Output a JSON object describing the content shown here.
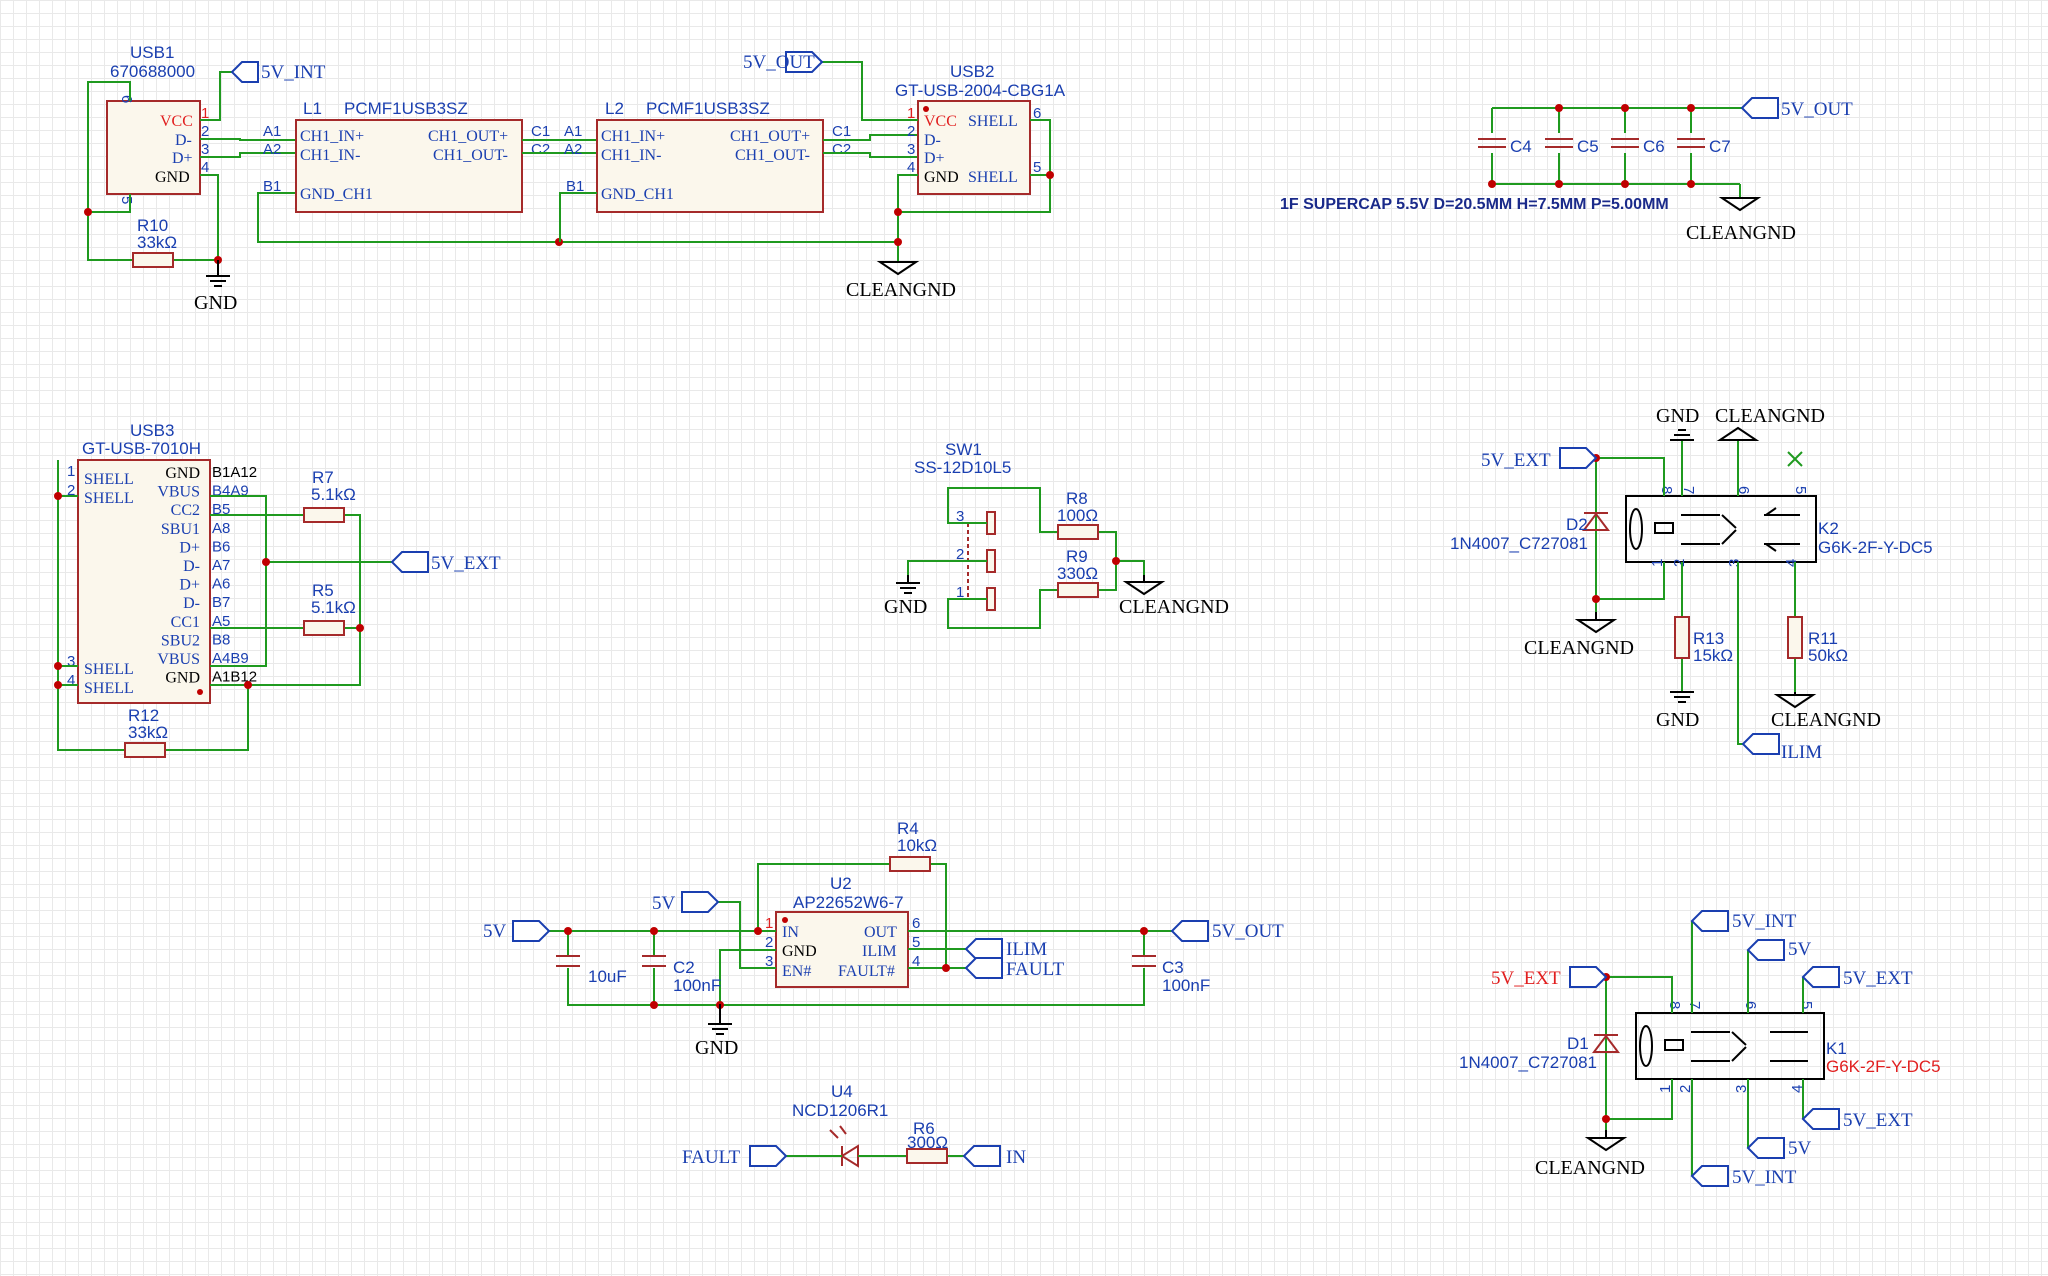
{
  "usb1": {
    "ref": "USB1",
    "value": "670688000",
    "pins": [
      "VCC",
      "D-",
      "D+",
      "GND"
    ],
    "nums": [
      "6",
      "1",
      "2",
      "3",
      "4",
      "5"
    ]
  },
  "l1": {
    "ref": "L1",
    "value": "PCMF1USB3SZ",
    "left": [
      "CH1_IN+",
      "CH1_IN-",
      "GND_CH1"
    ],
    "right": [
      "CH1_OUT+",
      "CH1_OUT-"
    ],
    "pins": [
      "A1",
      "A2",
      "B1",
      "C1",
      "C2"
    ]
  },
  "l2": {
    "ref": "L2",
    "value": "PCMF1USB3SZ",
    "left": [
      "CH1_IN+",
      "CH1_IN-",
      "GND_CH1"
    ],
    "right": [
      "CH1_OUT+",
      "CH1_OUT-"
    ],
    "pins": [
      "A1",
      "A2",
      "B1",
      "C1",
      "C2"
    ]
  },
  "usb2": {
    "ref": "USB2",
    "value": "GT-USB-2004-CBG1A",
    "pins": [
      "VCC",
      "D-",
      "D+",
      "GND",
      "SHELL",
      "SHELL"
    ],
    "nums": [
      "1",
      "2",
      "3",
      "4",
      "6",
      "5"
    ]
  },
  "r10": {
    "ref": "R10",
    "value": "33kΩ"
  },
  "caps": {
    "c4": "C4",
    "c5": "C5",
    "c6": "C6",
    "c7": "C7",
    "note": "1F SUPERCAP 5.5V D=20.5MM H=7.5MM P=5.00MM"
  },
  "usb3": {
    "ref": "USB3",
    "value": "GT-USB-7010H",
    "left": [
      "SHELL",
      "SHELL",
      "SHELL",
      "SHELL"
    ],
    "leftnums": [
      "1",
      "2",
      "3",
      "4"
    ],
    "right": [
      "GND",
      "VBUS",
      "CC2",
      "SBU1",
      "D+",
      "D-",
      "D+",
      "D-",
      "CC1",
      "SBU2",
      "VBUS",
      "GND"
    ],
    "rightnums": [
      "B1A12",
      "B4A9",
      "B5",
      "A8",
      "B6",
      "A7",
      "A6",
      "B7",
      "A5",
      "B8",
      "A4B9",
      "A1B12"
    ]
  },
  "r7": {
    "ref": "R7",
    "value": "5.1kΩ"
  },
  "r5": {
    "ref": "R5",
    "value": "5.1kΩ"
  },
  "r12": {
    "ref": "R12",
    "value": "33kΩ"
  },
  "sw1": {
    "ref": "SW1",
    "value": "SS-12D10L5",
    "nums": [
      "3",
      "2",
      "1"
    ]
  },
  "r8": {
    "ref": "R8",
    "value": "100Ω"
  },
  "r9": {
    "ref": "R9",
    "value": "330Ω"
  },
  "k2": {
    "ref": "K2",
    "value": "G6K-2F-Y-DC5",
    "nums": [
      "8",
      "7",
      "6",
      "5",
      "1",
      "2",
      "3",
      "4"
    ]
  },
  "d2": {
    "ref": "D2",
    "value": "1N4007_C727081"
  },
  "r13": {
    "ref": "R13",
    "value": "15kΩ"
  },
  "r11": {
    "ref": "R11",
    "value": "50kΩ"
  },
  "r4": {
    "ref": "R4",
    "value": "10kΩ"
  },
  "u2": {
    "ref": "U2",
    "value": "AP22652W6-7",
    "left": [
      "IN",
      "GND",
      "EN#"
    ],
    "right": [
      "OUT",
      "ILIM",
      "FAULT#"
    ],
    "nums": [
      "1",
      "2",
      "3",
      "6",
      "5",
      "4"
    ]
  },
  "c1": {
    "label": "10uF"
  },
  "c2": {
    "ref": "C2",
    "value": "100nF"
  },
  "c3": {
    "ref": "C3",
    "value": "100nF"
  },
  "u4": {
    "ref": "U4",
    "value": "NCD1206R1"
  },
  "r6": {
    "ref": "R6",
    "value": "300Ω"
  },
  "k1": {
    "ref": "K1",
    "value": "G6K-2F-Y-DC5",
    "nums": [
      "8",
      "7",
      "6",
      "5",
      "1",
      "2",
      "3",
      "4"
    ]
  },
  "d1": {
    "ref": "D1",
    "value": "1N4007_C727081"
  },
  "nets": {
    "v5_int": "5V_INT",
    "v5_out": "5V_OUT",
    "v5_ext": "5V_EXT",
    "v5": "5V",
    "ilim": "ILIM",
    "fault": "FAULT",
    "in": "IN",
    "gnd": "GND",
    "cleangnd": "CLEANGND"
  },
  "colors": {
    "wire": "#1f9a1f",
    "body": "#a52a2a",
    "text": "#1a3fb0",
    "accent": "#e11f1f"
  }
}
